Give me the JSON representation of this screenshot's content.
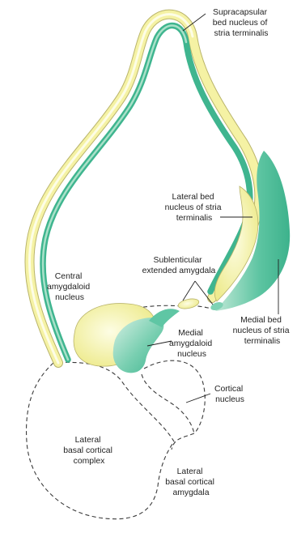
{
  "labels": {
    "supracapsular": [
      "Supracapsular",
      "bed nucleus of",
      "stria terminalis"
    ],
    "lateral_bed": [
      "Lateral bed",
      "nucleus of stria",
      "terminalis"
    ],
    "sublenticular": [
      "Sublenticular",
      "extended amygdala"
    ],
    "central": [
      "Central",
      "amygdaloid",
      "nucleus"
    ],
    "medial_bed": [
      "Medial bed",
      "nucleus of stria",
      "terminalis"
    ],
    "medial_amygdaloid": [
      "Medial",
      "amygdaloid",
      "nucleus"
    ],
    "cortical": [
      "Cortical",
      "nucleus"
    ],
    "lateral_basal_cortical_complex": [
      "Lateral",
      "basal cortical",
      "complex"
    ],
    "lateral_basal_cortical_amygdala": [
      "Lateral",
      "basal cortical",
      "amygdala"
    ]
  },
  "colors": {
    "yellow_fill": "#f4f2a2",
    "yellow_light": "#fbfbd8",
    "green_fill": "#5fc6a4",
    "green_light": "#c8ebdc",
    "outline": "#b9b46a"
  }
}
